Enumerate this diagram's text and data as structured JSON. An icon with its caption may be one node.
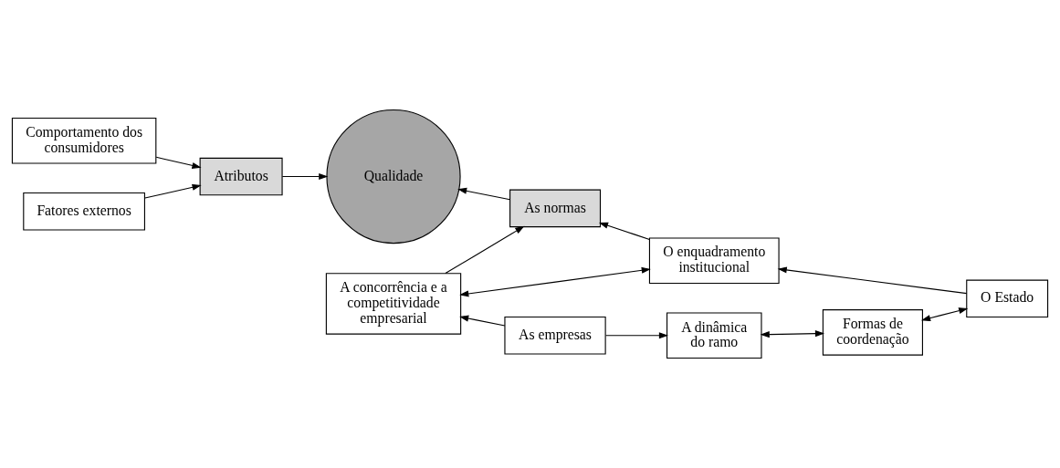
{
  "diagram": {
    "nodes": [
      {
        "text": [
          "Comportamento dos consumidores"
        ]
      },
      {
        "text": [
          "Atributos"
        ]
      },
      {
        "text": [
          "Fatores externos"
        ]
      },
      {
        "text": [
          "Qualidade"
        ]
      },
      {
        "text": [
          "A concorrência e a competitividade empresarial"
        ]
      },
      {
        "text": [
          "As normas"
        ]
      },
      {
        "text": [
          "O enquadramento institucional"
        ]
      },
      {
        "text": [
          "As empresas"
        ]
      },
      {
        "text": [
          "A dinâmica do ramo"
        ]
      },
      {
        "text": [
          "Formas de coordenação"
        ]
      },
      {
        "text": [
          "O Estado"
        ]
      }
    ],
    "edges": [
      {
        "from": 0,
        "to": 1,
        "arrow": "to"
      },
      {
        "from": 2,
        "to": 1,
        "arrow": "to"
      },
      {
        "from": 1,
        "to": 3,
        "arrow": "to"
      },
      {
        "from": 5,
        "to": 3,
        "arrow": "to"
      },
      {
        "from": 4,
        "to": 5,
        "arrow": "to"
      },
      {
        "from": 6,
        "to": 5,
        "arrow": "to"
      },
      {
        "from": 4,
        "to": 6,
        "arrow": "both"
      },
      {
        "from": 7,
        "to": 4,
        "arrow": "to"
      },
      {
        "from": 7,
        "to": 8,
        "arrow": "to"
      },
      {
        "from": 8,
        "to": 9,
        "arrow": "both"
      },
      {
        "from": 9,
        "to": 10,
        "arrow": "both"
      },
      {
        "from": 10,
        "to": 6,
        "arrow": "to"
      }
    ]
  }
}
